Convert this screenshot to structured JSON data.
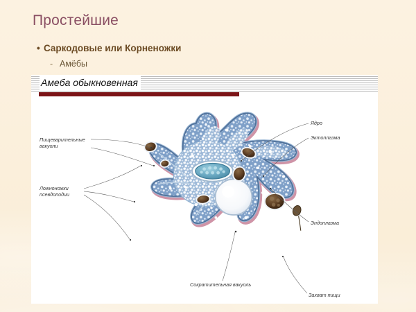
{
  "slide": {
    "title": "Простейшие",
    "background_color": "#fbefdb",
    "title_color": "#8a4f63",
    "accent_bar_color": "#7c1518"
  },
  "bullets": [
    {
      "marker": "•",
      "text": "Саркодовые или Корненожки",
      "level": 1
    },
    {
      "marker": "-",
      "text": "Амёбы",
      "level": 2
    }
  ],
  "figure": {
    "caption": "Амеба обыкновенная",
    "labels": [
      {
        "id": "digestive-vacuoles",
        "line1": "Пищеварительные",
        "line2": "вакуоли"
      },
      {
        "id": "pseudopods",
        "line1": "Ложноножки",
        "line2": "псевдоподии"
      },
      {
        "id": "nucleus",
        "line1": "Ядро",
        "line2": ""
      },
      {
        "id": "ectoplasm",
        "line1": "Эктоплазма",
        "line2": ""
      },
      {
        "id": "endoplasm",
        "line1": "Эндоплазма",
        "line2": ""
      },
      {
        "id": "contractile-vacuole",
        "line1": "Сократительная вакуоль",
        "line2": ""
      },
      {
        "id": "food-capture",
        "line1": "Захват пищи",
        "line2": ""
      }
    ],
    "colors": {
      "cytoplasm": "#7d9cc4",
      "membrane": "#d79dae",
      "nucleus": "#6ea8bf",
      "food_vacuole": "#55371f",
      "contractile_vacuole": "#fbfbfd"
    }
  }
}
